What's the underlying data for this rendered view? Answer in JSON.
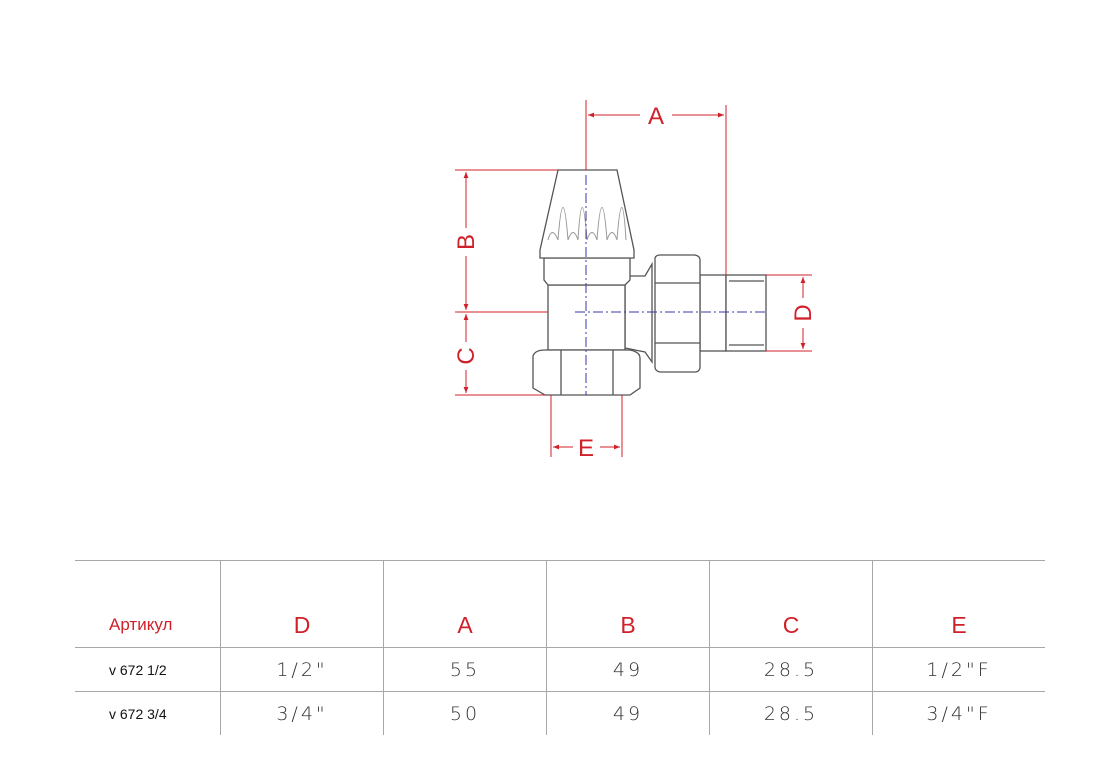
{
  "drawing": {
    "labels": {
      "A": "A",
      "B": "B",
      "C": "C",
      "D": "D",
      "E": "E"
    },
    "colors": {
      "dimension": "#d0202a",
      "outline": "#555555",
      "centerline": "#3a3aa8"
    }
  },
  "table": {
    "headers": [
      "Артикул",
      "D",
      "A",
      "B",
      "C",
      "E"
    ],
    "rows": [
      [
        "v 672 1/2",
        "1/2\"",
        "55",
        "49",
        "28.5",
        "1/2\"F"
      ],
      [
        "v 672 3/4",
        "3/4\"",
        "50",
        "49",
        "28.5",
        "3/4\"F"
      ]
    ]
  }
}
